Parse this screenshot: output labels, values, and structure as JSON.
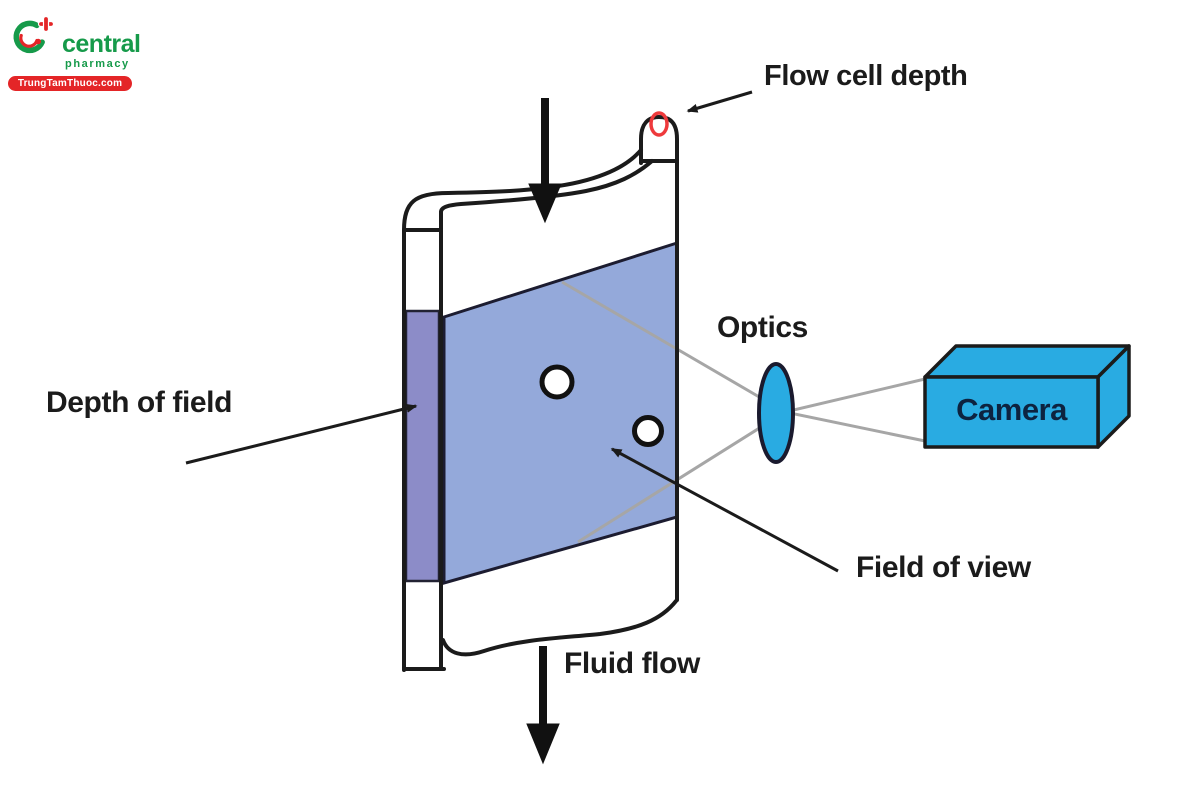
{
  "logo": {
    "brand": "central",
    "tagline": "pharmacy",
    "banner": "TrungTamThuoc.com",
    "colors": {
      "green": "#169a4a",
      "red": "#e42527"
    }
  },
  "diagram": {
    "labels": {
      "flow_cell_depth": "Flow cell depth",
      "optics": "Optics",
      "camera": "Camera",
      "depth_of_field": "Depth of field",
      "field_of_view": "Field of view",
      "fluid_flow": "Fluid flow"
    },
    "colors": {
      "fluid_blue": "#94a9da",
      "depth_purple": "#8c8cc8",
      "device_cyan": "#29abe2",
      "ray_gray": "#a6a6a6",
      "marker_red": "#ee3a3c",
      "line_black": "#1b1b1b",
      "particle_white": "#ffffff"
    },
    "particle_count": 2
  }
}
